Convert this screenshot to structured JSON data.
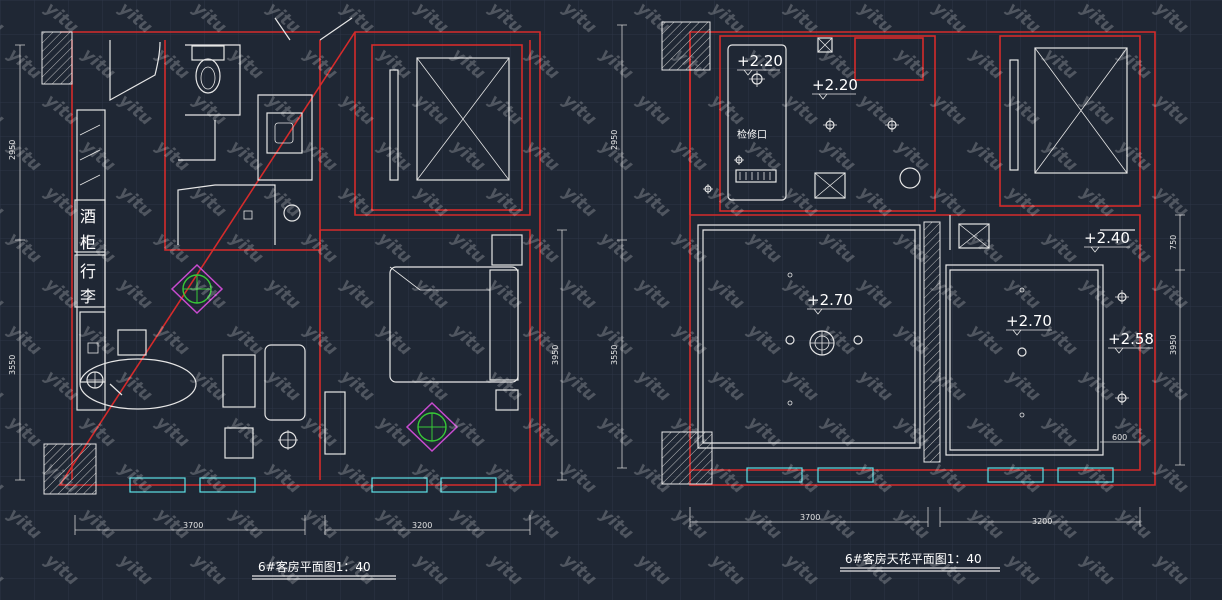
{
  "watermark": "yitu",
  "plan_left": {
    "title": "6#客房平面图1：40",
    "labels": {
      "wine_cabinet_1": "酒",
      "wine_cabinet_2": "柜",
      "luggage_1": "行",
      "luggage_2": "李"
    },
    "dims": {
      "top_left": "2950",
      "bottom_left": "3550",
      "right": "3950",
      "bottom_a": "3700",
      "bottom_b": "3200"
    }
  },
  "plan_right": {
    "title": "6#客房天花平面图1：40",
    "labels": {
      "access_hatch": "检修口"
    },
    "elevations": {
      "e1": "+2.20",
      "e2": "+2.20",
      "e3": "+2.40",
      "e4": "+2.70",
      "e5": "+2.70",
      "e6": "+2.58"
    },
    "dims": {
      "top_left": "2950",
      "bottom_left": "3550",
      "right_top": "750",
      "right": "3950",
      "bottom_a": "3700",
      "bottom_b": "3200",
      "small": "600"
    }
  },
  "colors": {
    "background": "#1f2734",
    "walls": "#d52b2b",
    "lines": "#e6e6e6",
    "windows": "#5ee0e6",
    "plants": "#37c837"
  }
}
